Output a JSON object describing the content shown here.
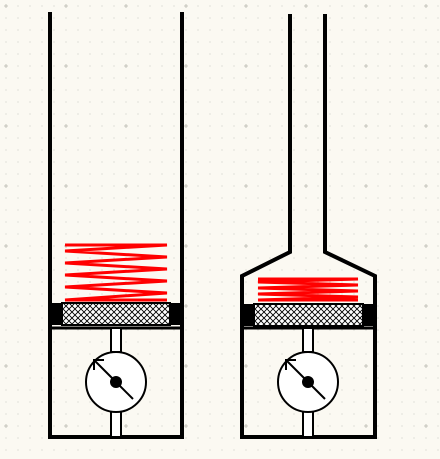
{
  "diagram": {
    "colors": {
      "background": "#fbf9f2",
      "grid_dot": "#c9c9c0",
      "grid_plus": "#b8b8ae",
      "outline": "#000000",
      "spring": "#ff0000",
      "mesh_fill": "#ffffff",
      "mesh_line": "#000000"
    },
    "containers": [
      {
        "shape": "straight-cylinder",
        "spring_state": "relaxed",
        "gauge_icon": "pressure-gauge-icon"
      },
      {
        "shape": "narrow-neck-cylinder",
        "spring_state": "compressed",
        "gauge_icon": "pressure-gauge-icon"
      }
    ]
  }
}
